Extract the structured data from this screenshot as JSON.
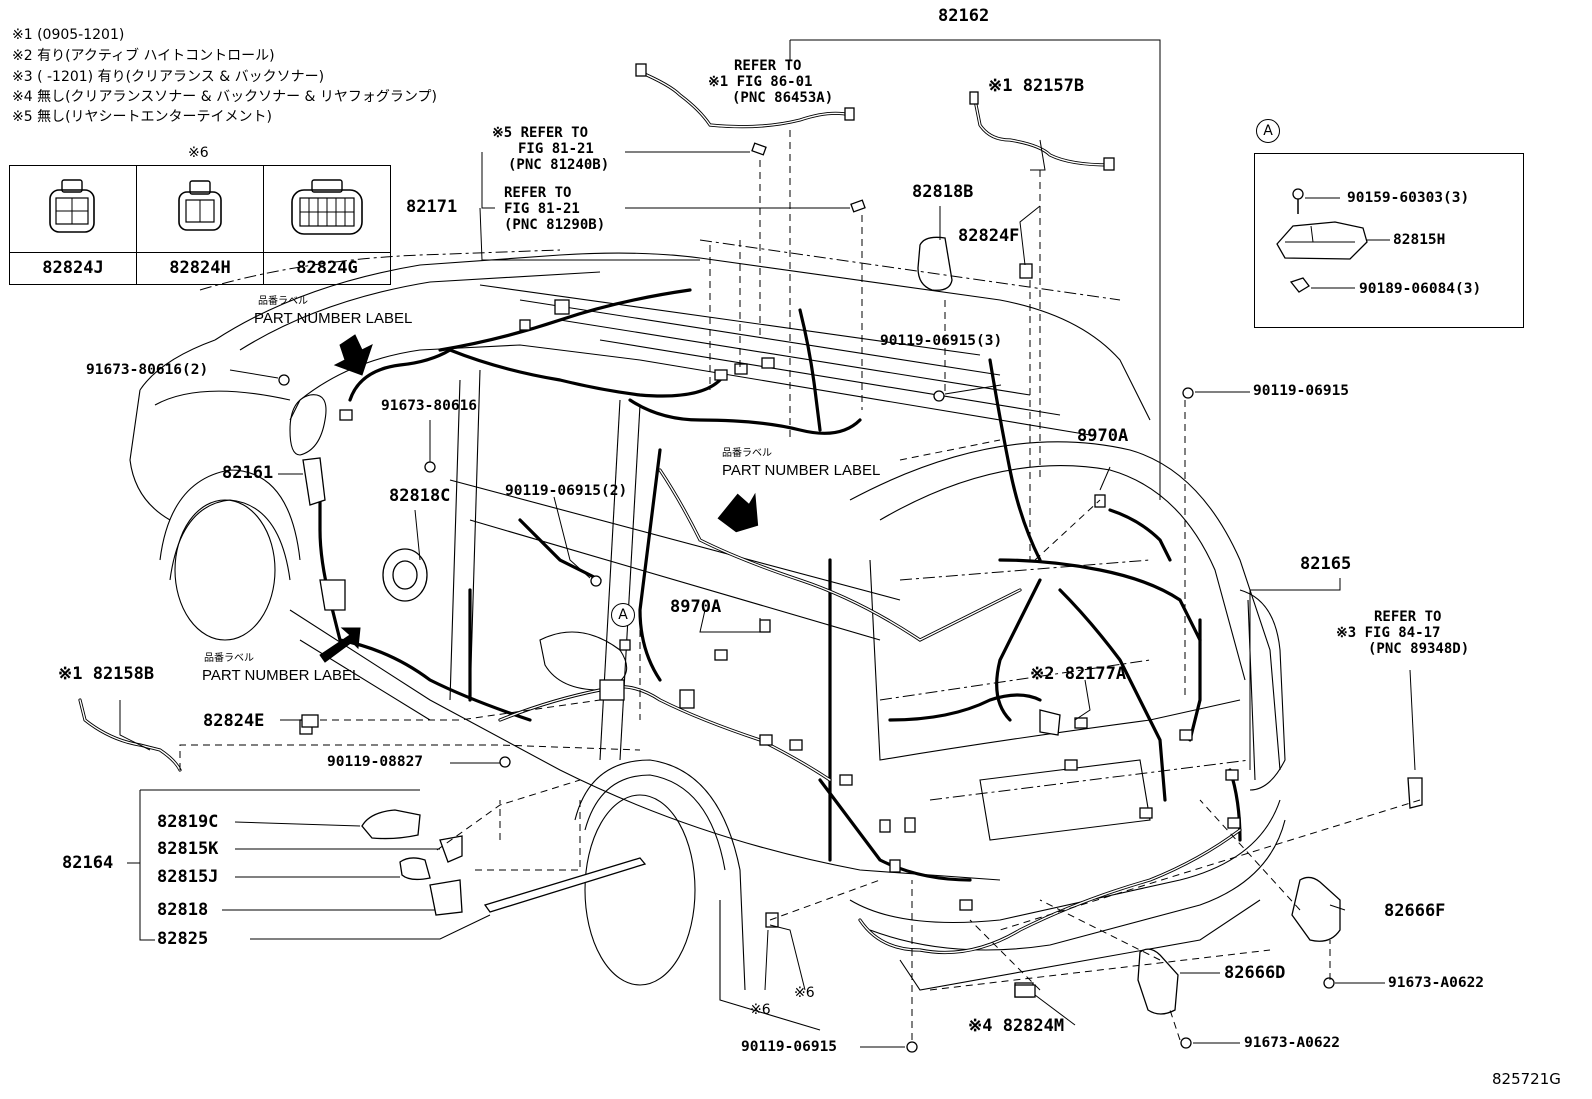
{
  "notes": [
    "※1 (0905-1201)",
    "※2 有り(アクティブ  ハイトコントロール)",
    "※3 (       -1201) 有り(クリアランス & バックソナー)",
    "※4 無し(クリアランスソナー  &  バックソナー  &  リヤフォグランプ)",
    "※5 無し(リヤシートエンターテイメント)"
  ],
  "connector_table": {
    "header_note": "※6",
    "parts": [
      "82824J",
      "82824H",
      "82824G"
    ]
  },
  "inset": {
    "marker": "A",
    "parts": [
      "90159-60303(3)",
      "82815H",
      "90189-06084(3)"
    ]
  },
  "callouts": {
    "p82162": "82162",
    "ref_86": {
      "line1": "REFER TO",
      "line2": "※1 FIG 86-01",
      "line3": "(PNC 86453A)"
    },
    "p82157B": "※1 82157B",
    "ref_81_a": {
      "line1": "※5 REFER TO",
      "line2": "FIG 81-21",
      "line3": "(PNC 81240B)"
    },
    "ref_81_b": {
      "line1": "REFER TO",
      "line2": "FIG 81-21",
      "line3": "(PNC 81290B)"
    },
    "p82171": "82171",
    "p82818B": "82818B",
    "p82824F": "82824F",
    "p90119_06915_3": "90119-06915(3)",
    "p90119_06915_r": "90119-06915",
    "p8970A_top": "8970A",
    "p91673_80616_2": "91673-80616(2)",
    "p91673_80616": "91673-80616",
    "p82161": "82161",
    "p82818C": "82818C",
    "p90119_06915_2": "90119-06915(2)",
    "p8970A_mid": "8970A",
    "p82165": "82165",
    "ref_84": {
      "line1": "REFER TO",
      "line2": "※3 FIG 84-17",
      "line3": "(PNC 89348D)"
    },
    "p82177A": "※2 82177A",
    "p82158B": "※1 82158B",
    "p82824E": "82824E",
    "p90119_08827": "90119-08827",
    "p82164": "82164",
    "p82819C": "82819C",
    "p82815K": "82815K",
    "p82815J": "82815J",
    "p82818": "82818",
    "p82825": "82825",
    "p82666F": "82666F",
    "p91673_A0622_a": "91673-A0622",
    "p82666D": "82666D",
    "p91673_A0622_b": "91673-A0622",
    "p82824M": "※4 82824M",
    "p90119_06915_b": "90119-06915",
    "mark6_a": "※6",
    "mark6_b": "※6",
    "circle_a": "A"
  },
  "part_number_labels": [
    {
      "jp": "品番ラベル",
      "en": "PART NUMBER LABEL"
    },
    {
      "jp": "品番ラベル",
      "en": "PART NUMBER LABEL"
    },
    {
      "jp": "品番ラベル",
      "en": "PART NUMBER LABEL"
    }
  ],
  "figure_id": "825721G"
}
